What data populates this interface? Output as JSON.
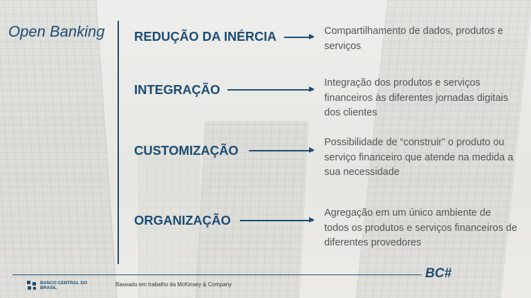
{
  "slide": {
    "title": "Open Banking",
    "items": [
      {
        "heading": "REDUÇÃO DA INÉRCIA",
        "description": "Compartilhamento de dados, produtos e serviços"
      },
      {
        "heading": "INTEGRAÇÃO",
        "description": "Integração dos produtos e serviços financeiros às diferentes jornadas digitais dos clientes"
      },
      {
        "heading": "CUSTOMIZAÇÃO",
        "description": "Possibilidade de “construir” o produto ou serviço financeiro que atende na medida a sua necessidade"
      },
      {
        "heading": "ORGANIZAÇÃO",
        "description": "Agregação em um único ambiente de todos os produtos e serviços financeiros de diferentes provedores"
      }
    ]
  },
  "footer": {
    "logo_text": "BANCO CENTRAL DO BRASIL",
    "credit": "Baseado em trabalho da McKinsey & Company",
    "brand_mark": "BC#"
  },
  "colors": {
    "accent": "#1b4c74",
    "text": "#555555"
  }
}
